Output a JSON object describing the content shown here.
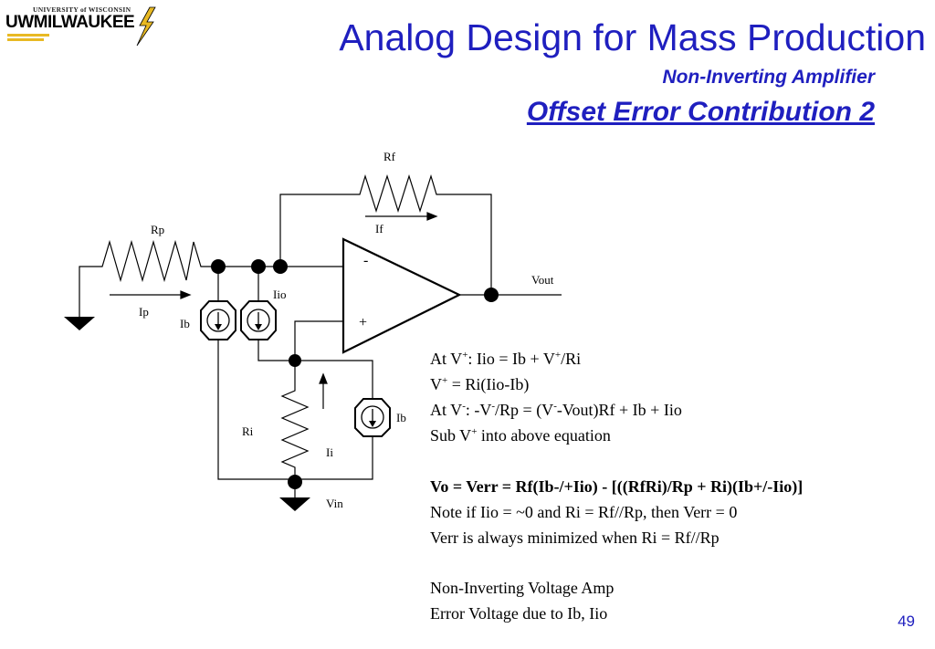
{
  "logo": {
    "top_text": "UNIVERSITY of WISCONSIN",
    "main_text": "UWMILWAUKEE"
  },
  "header": {
    "title": "Analog Design for Mass Production",
    "subtitle": "Non-Inverting Amplifier",
    "subtitle2": "Offset Error Contribution 2"
  },
  "circuit": {
    "labels": {
      "rf": "Rf",
      "if": "If",
      "rp": "Rp",
      "ip": "Ip",
      "ib_left": "Ib",
      "iio": "Iio",
      "ri": "Ri",
      "ii": "Ii",
      "ib_right": "Ib",
      "vin": "Vin",
      "vout": "Vout",
      "minus": "-",
      "plus": "+"
    }
  },
  "equations": {
    "line1_a": "At V",
    "line1_sup1": "+",
    "line1_b": ":  Iio = Ib + V",
    "line1_sup2": "+",
    "line1_c": "/Ri",
    "line2_a": "V",
    "line2_sup": "+",
    "line2_b": " = Ri(Iio-Ib)",
    "line3_a": "At V",
    "line3_sup1": "-",
    "line3_b": ":  -V",
    "line3_sup2": "-",
    "line3_c": "/Rp = (V",
    "line3_sup3": "-",
    "line3_d": "-Vout)Rf + Ib + Iio",
    "line4_a": "Sub V",
    "line4_sup": "+",
    "line4_b": " into above equation",
    "line5": "Vo = Verr = Rf(Ib-/+Iio) - [((RfRi)/Rp + Ri)(Ib+/-Iio)]",
    "line6": "Note if  Iio = ~0 and Ri = Rf//Rp, then Verr = 0",
    "line7": "Verr is always minimized when Ri = Rf//Rp",
    "line8": "Non-Inverting Voltage Amp",
    "line9": "Error Voltage due to Ib, Iio"
  },
  "page_number": "49",
  "colors": {
    "title": "#1f1fbf",
    "logo_gold": "#e8b923"
  }
}
